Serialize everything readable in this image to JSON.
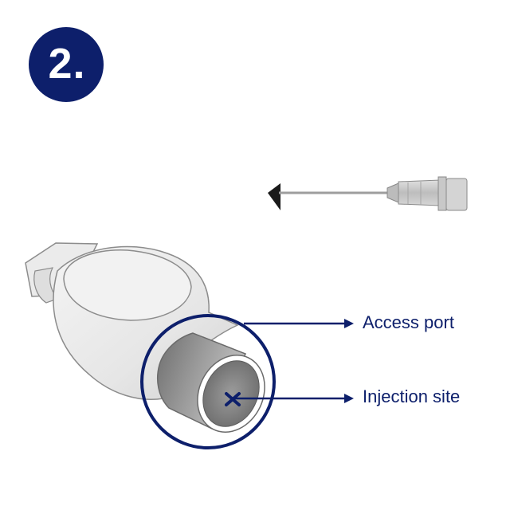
{
  "step": {
    "number": "2."
  },
  "callouts": {
    "access_port": "Access port",
    "injection_site": "Injection site"
  },
  "colors": {
    "navy": "#0d1f6b",
    "device_body": "#ececec",
    "device_outline": "#8c8c8c",
    "port_dark": "#7d7d7d",
    "needle_hub": "#cfcfcf"
  },
  "icons": {
    "needle": "needle-icon",
    "injection_mark": "x-mark-icon"
  }
}
